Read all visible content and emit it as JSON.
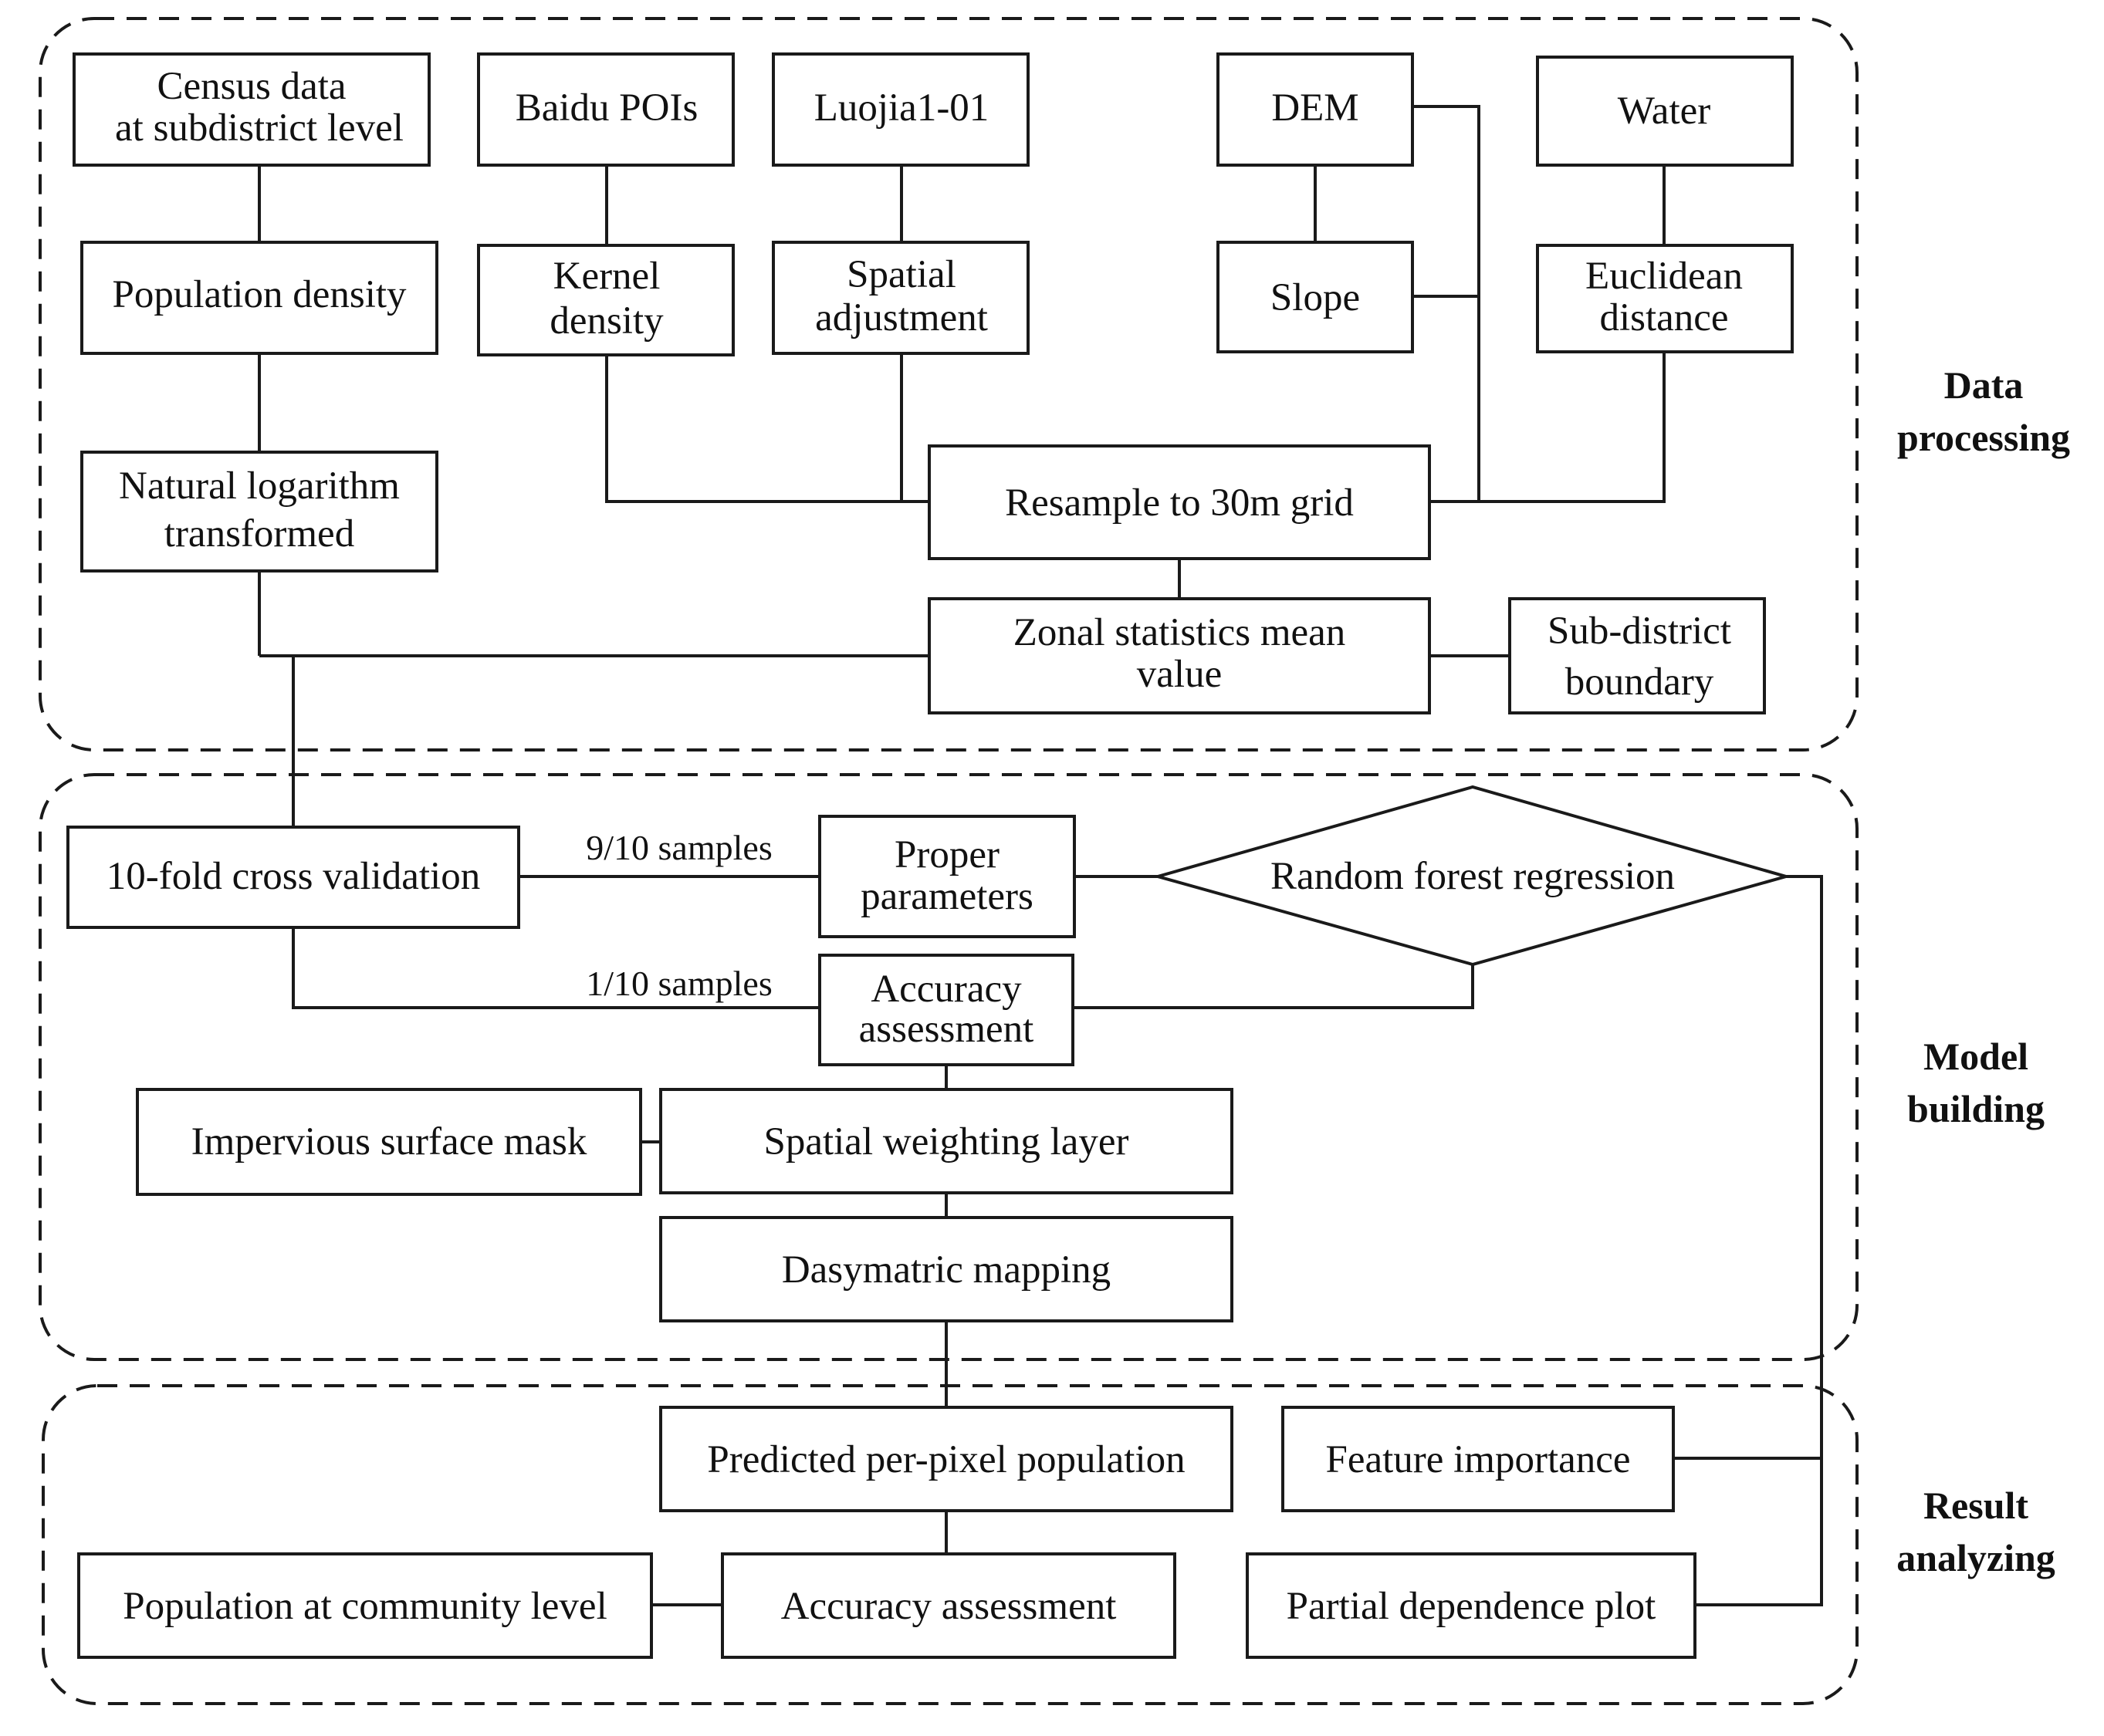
{
  "sections": {
    "data_processing": [
      "Data",
      "processing"
    ],
    "model_building": [
      "Model",
      "building"
    ],
    "result_analyzing": [
      "Result",
      "analyzing"
    ]
  },
  "nodes": {
    "census": [
      "Census data",
      "at subdistrict level"
    ],
    "pop_density": "Population density",
    "natural_log": [
      "Natural logarithm",
      "transformed"
    ],
    "baidu": "Baidu POIs",
    "kernel": [
      "Kernel",
      "density"
    ],
    "luojia": "Luojia1-01",
    "spatial_adj": [
      "Spatial",
      "adjustment"
    ],
    "dem": "DEM",
    "slope": "Slope",
    "water": "Water",
    "euclid": [
      "Euclidean",
      "distance"
    ],
    "resample": "Resample to 30m grid",
    "zonal": [
      "Zonal statistics mean",
      "value"
    ],
    "subdistrict": [
      "Sub-district",
      "boundary"
    ],
    "cross_val": "10-fold cross validation",
    "proper": [
      "Proper",
      "parameters"
    ],
    "rf": "Random forest regression",
    "acc1": [
      "Accuracy",
      "assessment"
    ],
    "impervious": "Impervious surface mask",
    "spatial_w": "Spatial weighting layer",
    "dasy": "Dasymatric mapping",
    "predicted": "Predicted per-pixel population",
    "feature": "Feature importance",
    "pop_comm": "Population at community level",
    "acc2": "Accuracy assessment",
    "pdp": "Partial dependence plot"
  },
  "edge_labels": {
    "nine_tenths": "9/10 samples",
    "one_tenth": "1/10 samples"
  }
}
